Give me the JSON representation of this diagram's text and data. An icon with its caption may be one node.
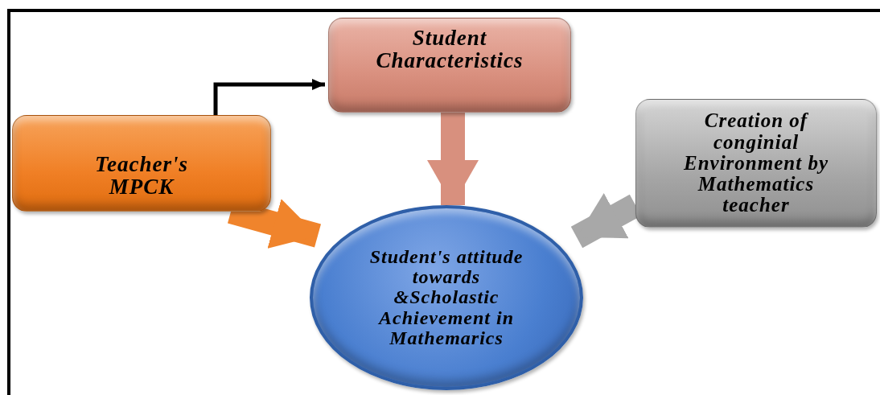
{
  "diagram": {
    "nodes": [
      {
        "text": [
          "Teacher's MPCK"
        ]
      },
      {
        "text": [
          "Student Characteristics"
        ]
      },
      {
        "text": [
          "Creation of conginial Environment by Mathematics teacher"
        ]
      },
      {
        "text": [
          "Student's attitude towards &Scholastic Achievement in Mathemarics"
        ]
      }
    ],
    "edges": [
      {
        "from": 0,
        "to": 1,
        "arrow": "to",
        "color": "#000000"
      },
      {
        "from": 0,
        "to": 3,
        "arrow": "to",
        "color": "#f0842c"
      },
      {
        "from": 1,
        "to": 3,
        "arrow": "to",
        "color": "#d8907e"
      },
      {
        "from": 2,
        "to": 3,
        "arrow": "to",
        "color": "#a8a8a8"
      }
    ]
  }
}
